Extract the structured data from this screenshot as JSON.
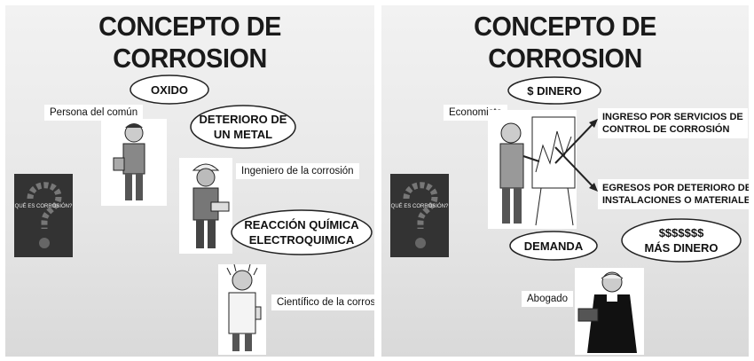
{
  "left": {
    "title": "CONCEPTO DE CORROSION",
    "persona_label": "Persona del común",
    "ingeniero_label": "Ingeniero de la corrosión",
    "cientifico_label": "Científico de la corrosión",
    "bubble_oxido": "OXIDO",
    "bubble_deterioro_1": "DETERIORO DE",
    "bubble_deterioro_2": "UN METAL",
    "bubble_reaccion_1": "REACCIÓN QUÍMICA",
    "bubble_reaccion_2": "ELECTROQUIMICA",
    "quiz_text": "QUÉ ES CORROSIÓN?"
  },
  "right": {
    "title": "CONCEPTO DE CORROSION",
    "economista_label": "Economista",
    "abogado_label": "Abogado",
    "bubble_dinero": "$ DINERO",
    "ingreso_1": "INGRESO POR SERVICIOS DE",
    "ingreso_2": "CONTROL DE CORROSIÓN",
    "egresos_1": "EGRESOS POR DETERIORO DE",
    "egresos_2": "INSTALACIONES O MATERIALES",
    "bubble_demanda": "DEMANDA",
    "bubble_mas_1": "$$$$$$$",
    "bubble_mas_2": "MÁS DINERO",
    "quiz_text": "QUÉ ES CORROSIÓN?"
  }
}
